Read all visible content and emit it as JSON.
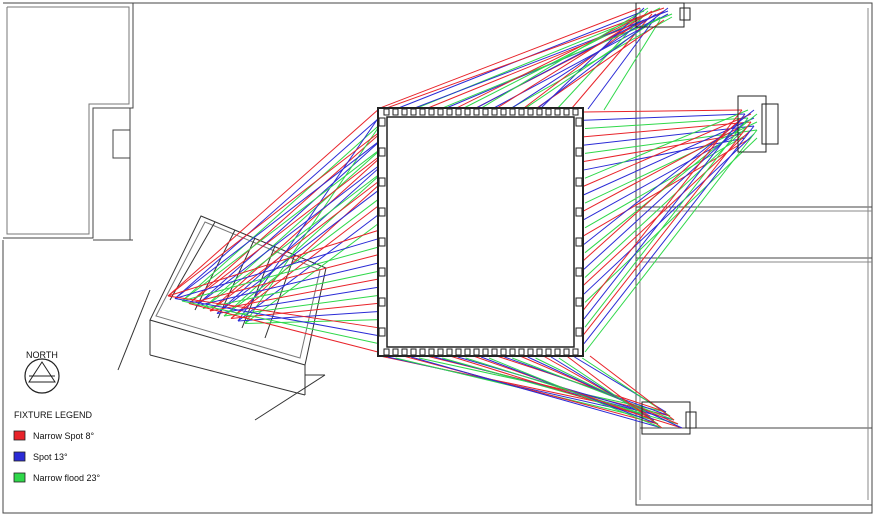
{
  "compass": {
    "label": "NORTH"
  },
  "legend": {
    "title": "FIXTURE LEGEND",
    "items": [
      {
        "label": "Narrow Spot 8°",
        "color": "#e8232a"
      },
      {
        "label": "Spot 13°",
        "color": "#2b2bd6"
      },
      {
        "label": "Narrow flood 23°",
        "color": "#2fd84a"
      }
    ]
  },
  "colors": {
    "wall": "#333333",
    "background": "#ffffff"
  }
}
